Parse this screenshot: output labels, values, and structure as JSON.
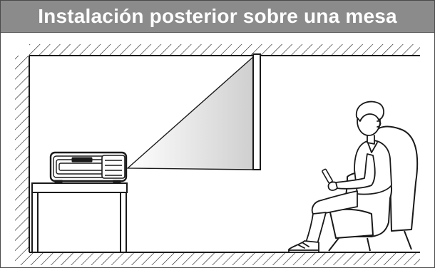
{
  "title": "Instalación posterior sobre una mesa",
  "colors": {
    "title_bar": "#8b8b8b",
    "title_text": "#ffffff",
    "line": "#1a1a1a",
    "beam": "#d9d9d9"
  },
  "scene": {
    "elements": [
      "ceiling",
      "left-wall",
      "floor",
      "table",
      "projector",
      "projection-beam",
      "screen",
      "armchair",
      "seated-person",
      "remote-control"
    ]
  }
}
